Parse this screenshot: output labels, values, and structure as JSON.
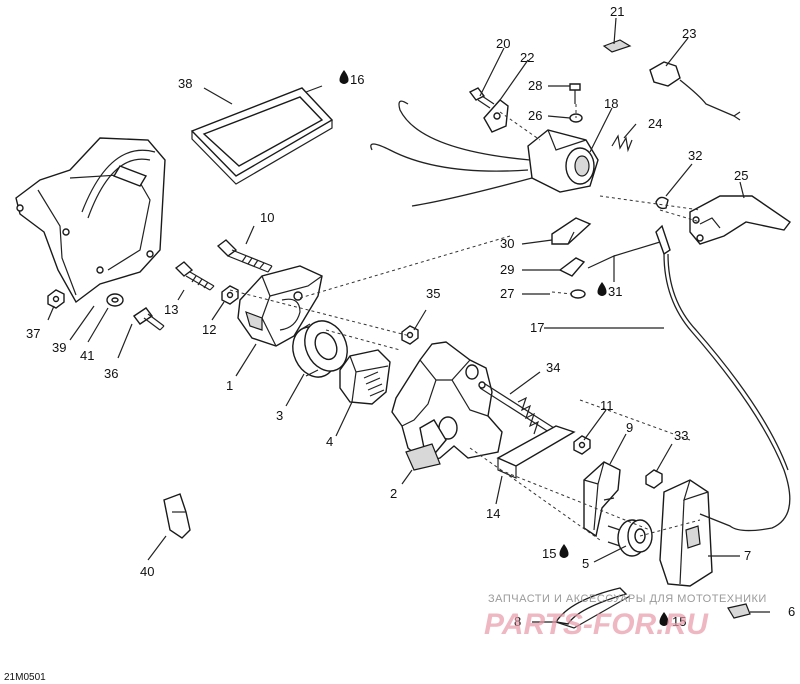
{
  "diagram": {
    "drawing_code": "21M0501",
    "watermark_line1": "ЗАПЧАСТИ И АКСЕССУАРЫ ДЛЯ МОТОТЕХНИКИ",
    "watermark_line2": "PARTS-FOR.RU",
    "callouts": [
      "1",
      "2",
      "3",
      "4",
      "5",
      "6",
      "7",
      "8",
      "9",
      "10",
      "11",
      "12",
      "13",
      "14",
      "15",
      "16",
      "17",
      "18",
      "20",
      "21",
      "22",
      "23",
      "24",
      "25",
      "26",
      "27",
      "28",
      "29",
      "30",
      "31",
      "32",
      "33",
      "34",
      "35",
      "36",
      "37",
      "38",
      "39",
      "40",
      "41"
    ],
    "lubricant_symbol_parts": [
      "15",
      "16",
      "31"
    ]
  }
}
